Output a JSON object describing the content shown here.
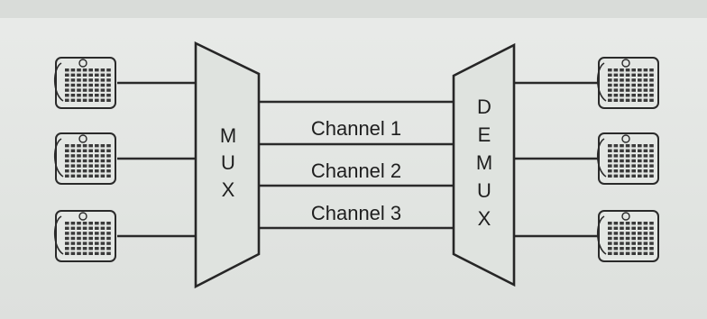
{
  "diagram": {
    "mux_label": "MUX",
    "demux_label": "DEMUX",
    "channels": [
      "Channel 1",
      "Channel 2",
      "Channel 3"
    ],
    "left_devices": [
      "computer-terminal",
      "computer-terminal",
      "computer-terminal"
    ],
    "right_devices": [
      "computer-terminal",
      "computer-terminal",
      "computer-terminal"
    ],
    "colors": {
      "ink": "#2a2a2a",
      "paper": "#e6e8e6"
    }
  }
}
